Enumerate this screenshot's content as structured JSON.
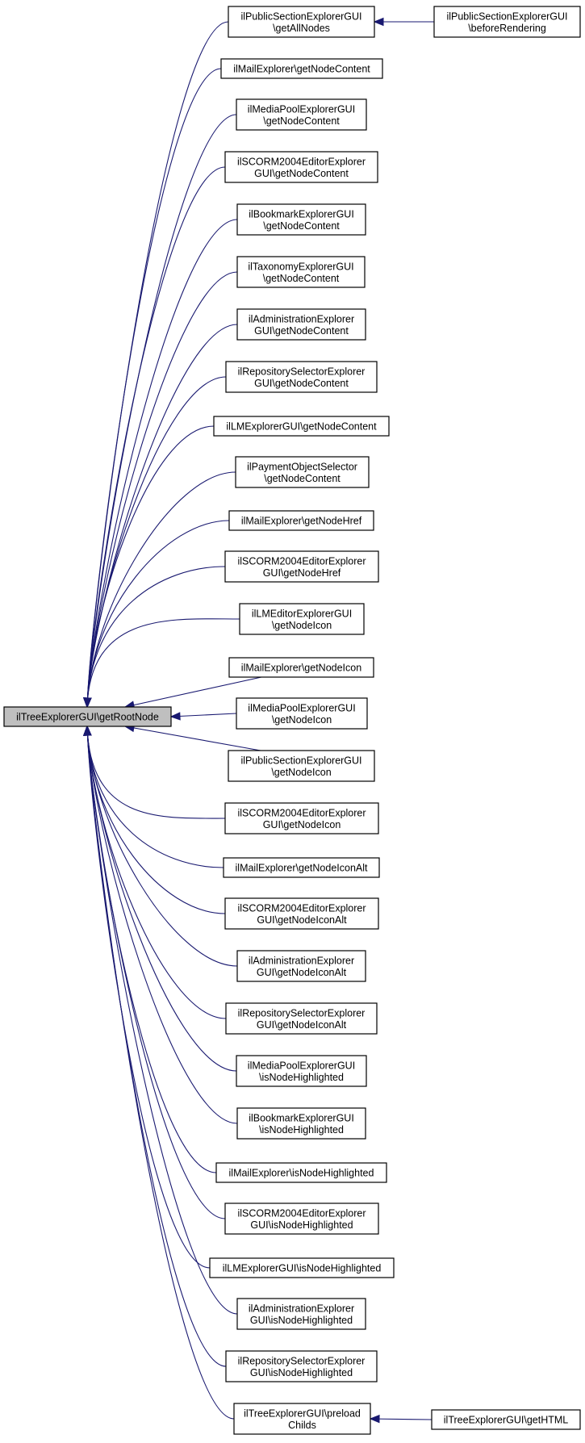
{
  "diagram": {
    "type": "call-graph",
    "root": {
      "id": "root",
      "lines": [
        "ilTreeExplorerGUI\\getRootNode"
      ]
    },
    "callers": [
      {
        "id": "n1",
        "lines": [
          "ilPublicSectionExplorerGUI",
          "\\getAllNodes"
        ]
      },
      {
        "id": "n2",
        "lines": [
          "ilMailExplorer\\getNodeContent"
        ]
      },
      {
        "id": "n3",
        "lines": [
          "ilMediaPoolExplorerGUI",
          "\\getNodeContent"
        ]
      },
      {
        "id": "n4",
        "lines": [
          "ilSCORM2004EditorExplorer",
          "GUI\\getNodeContent"
        ]
      },
      {
        "id": "n5",
        "lines": [
          "ilBookmarkExplorerGUI",
          "\\getNodeContent"
        ]
      },
      {
        "id": "n6",
        "lines": [
          "ilTaxonomyExplorerGUI",
          "\\getNodeContent"
        ]
      },
      {
        "id": "n7",
        "lines": [
          "ilAdministrationExplorer",
          "GUI\\getNodeContent"
        ]
      },
      {
        "id": "n8",
        "lines": [
          "ilRepositorySelectorExplorer",
          "GUI\\getNodeContent"
        ]
      },
      {
        "id": "n9",
        "lines": [
          "ilLMExplorerGUI\\getNodeContent"
        ]
      },
      {
        "id": "n10",
        "lines": [
          "ilPaymentObjectSelector",
          "\\getNodeContent"
        ]
      },
      {
        "id": "n11",
        "lines": [
          "ilMailExplorer\\getNodeHref"
        ]
      },
      {
        "id": "n12",
        "lines": [
          "ilSCORM2004EditorExplorer",
          "GUI\\getNodeHref"
        ]
      },
      {
        "id": "n13",
        "lines": [
          "ilLMEditorExplorerGUI",
          "\\getNodeIcon"
        ]
      },
      {
        "id": "n14",
        "lines": [
          "ilMailExplorer\\getNodeIcon"
        ]
      },
      {
        "id": "n15",
        "lines": [
          "ilMediaPoolExplorerGUI",
          "\\getNodeIcon"
        ]
      },
      {
        "id": "n16",
        "lines": [
          "ilPublicSectionExplorerGUI",
          "\\getNodeIcon"
        ]
      },
      {
        "id": "n17",
        "lines": [
          "ilSCORM2004EditorExplorer",
          "GUI\\getNodeIcon"
        ]
      },
      {
        "id": "n18",
        "lines": [
          "ilMailExplorer\\getNodeIconAlt"
        ]
      },
      {
        "id": "n19",
        "lines": [
          "ilSCORM2004EditorExplorer",
          "GUI\\getNodeIconAlt"
        ]
      },
      {
        "id": "n20",
        "lines": [
          "ilAdministrationExplorer",
          "GUI\\getNodeIconAlt"
        ]
      },
      {
        "id": "n21",
        "lines": [
          "ilRepositorySelectorExplorer",
          "GUI\\getNodeIconAlt"
        ]
      },
      {
        "id": "n22",
        "lines": [
          "ilMediaPoolExplorerGUI",
          "\\isNodeHighlighted"
        ]
      },
      {
        "id": "n23",
        "lines": [
          "ilBookmarkExplorerGUI",
          "\\isNodeHighlighted"
        ]
      },
      {
        "id": "n24",
        "lines": [
          "ilMailExplorer\\isNodeHighlighted"
        ]
      },
      {
        "id": "n25",
        "lines": [
          "ilSCORM2004EditorExplorer",
          "GUI\\isNodeHighlighted"
        ]
      },
      {
        "id": "n26",
        "lines": [
          "ilLMExplorerGUI\\isNodeHighlighted"
        ]
      },
      {
        "id": "n27",
        "lines": [
          "ilAdministrationExplorer",
          "GUI\\isNodeHighlighted"
        ]
      },
      {
        "id": "n28",
        "lines": [
          "ilRepositorySelectorExplorer",
          "GUI\\isNodeHighlighted"
        ]
      },
      {
        "id": "n29",
        "lines": [
          "ilTreeExplorerGUI\\preload",
          "Childs"
        ]
      }
    ],
    "second_level": [
      {
        "id": "s1",
        "lines": [
          "ilPublicSectionExplorerGUI",
          "\\beforeRendering"
        ],
        "calls": "n1"
      },
      {
        "id": "s2",
        "lines": [
          "ilTreeExplorerGUI\\getHTML"
        ],
        "calls": "n29"
      }
    ],
    "colors": {
      "edge": "#191970",
      "root_fill": "#bfbfbf",
      "node_fill": "#ffffff",
      "node_border": "#000000"
    }
  }
}
